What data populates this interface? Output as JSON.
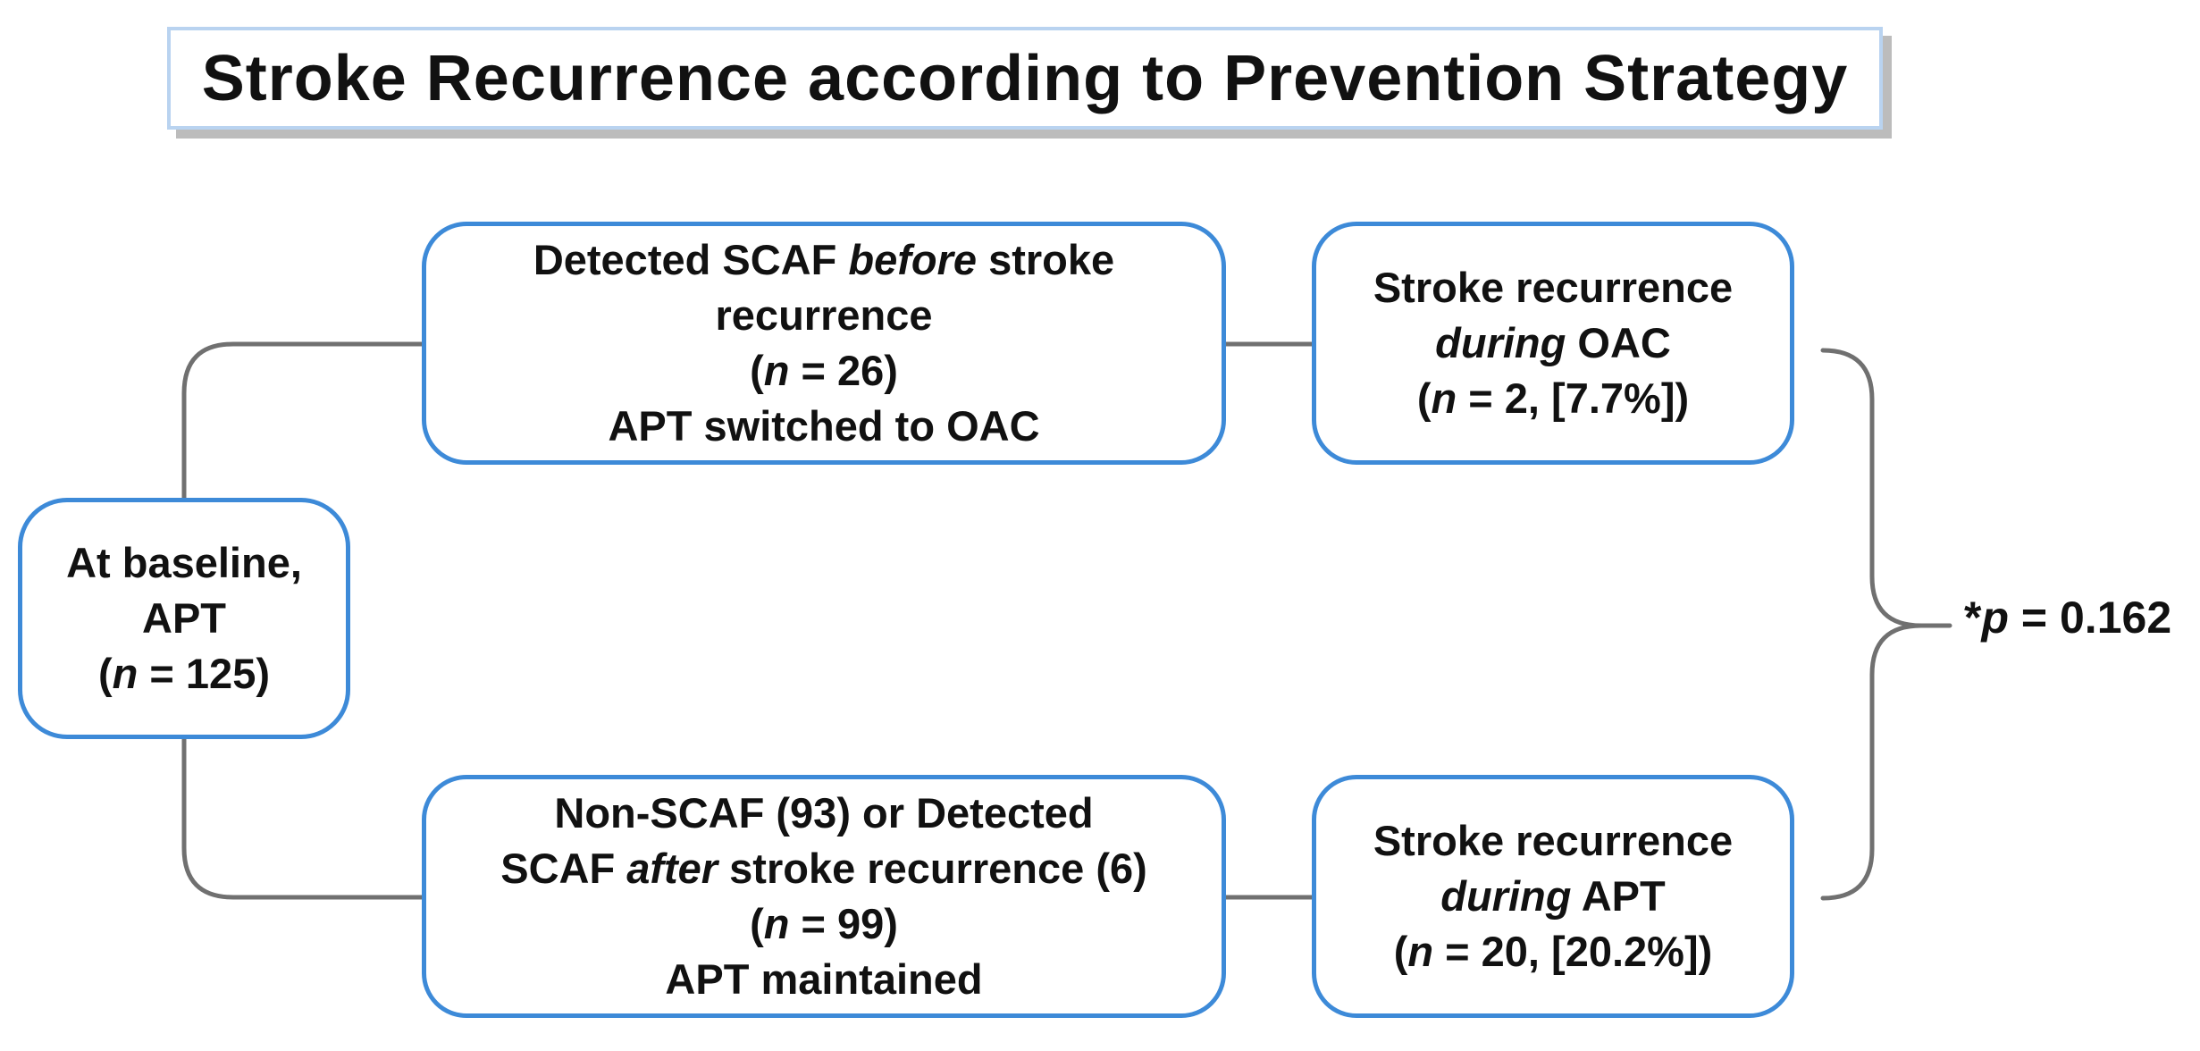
{
  "title": "Stroke Recurrence according to Prevention Strategy",
  "nodes": {
    "baseline": {
      "line1": "At baseline,",
      "line2": "APT",
      "n_prefix": "(",
      "n_var": "n",
      "n_suffix": " = 125)"
    },
    "scaf_before": {
      "line1_pre": "Detected SCAF ",
      "line1_em": "before",
      "line1_post": " stroke",
      "line2": "recurrence",
      "n_prefix": "(",
      "n_var": "n",
      "n_suffix": " = 26)",
      "line4": "APT switched to OAC"
    },
    "scaf_after": {
      "line1": "Non-SCAF (93) or Detected",
      "line2_pre": "SCAF ",
      "line2_em": "after",
      "line2_post": " stroke recurrence (6)",
      "n_prefix": "(",
      "n_var": "n",
      "n_suffix": " = 99)",
      "line4": "APT maintained"
    },
    "during_oac": {
      "line1": "Stroke recurrence",
      "line2_em": "during",
      "line2_post": " OAC",
      "n_prefix": "(",
      "n_var": "n",
      "n_suffix": " = 2, [7.7%])"
    },
    "during_apt": {
      "line1": "Stroke recurrence",
      "line2_em": "during",
      "line2_post": " APT",
      "n_prefix": "(",
      "n_var": "n",
      "n_suffix": " = 20, [20.2%])"
    }
  },
  "comparison": {
    "prefix": "*",
    "var": "p",
    "suffix": " = 0.162"
  },
  "colors": {
    "node_border": "#3d8ad8",
    "connector": "#707070",
    "title_border": "#b9d3f0",
    "title_shadow": "#bcbcbc"
  }
}
